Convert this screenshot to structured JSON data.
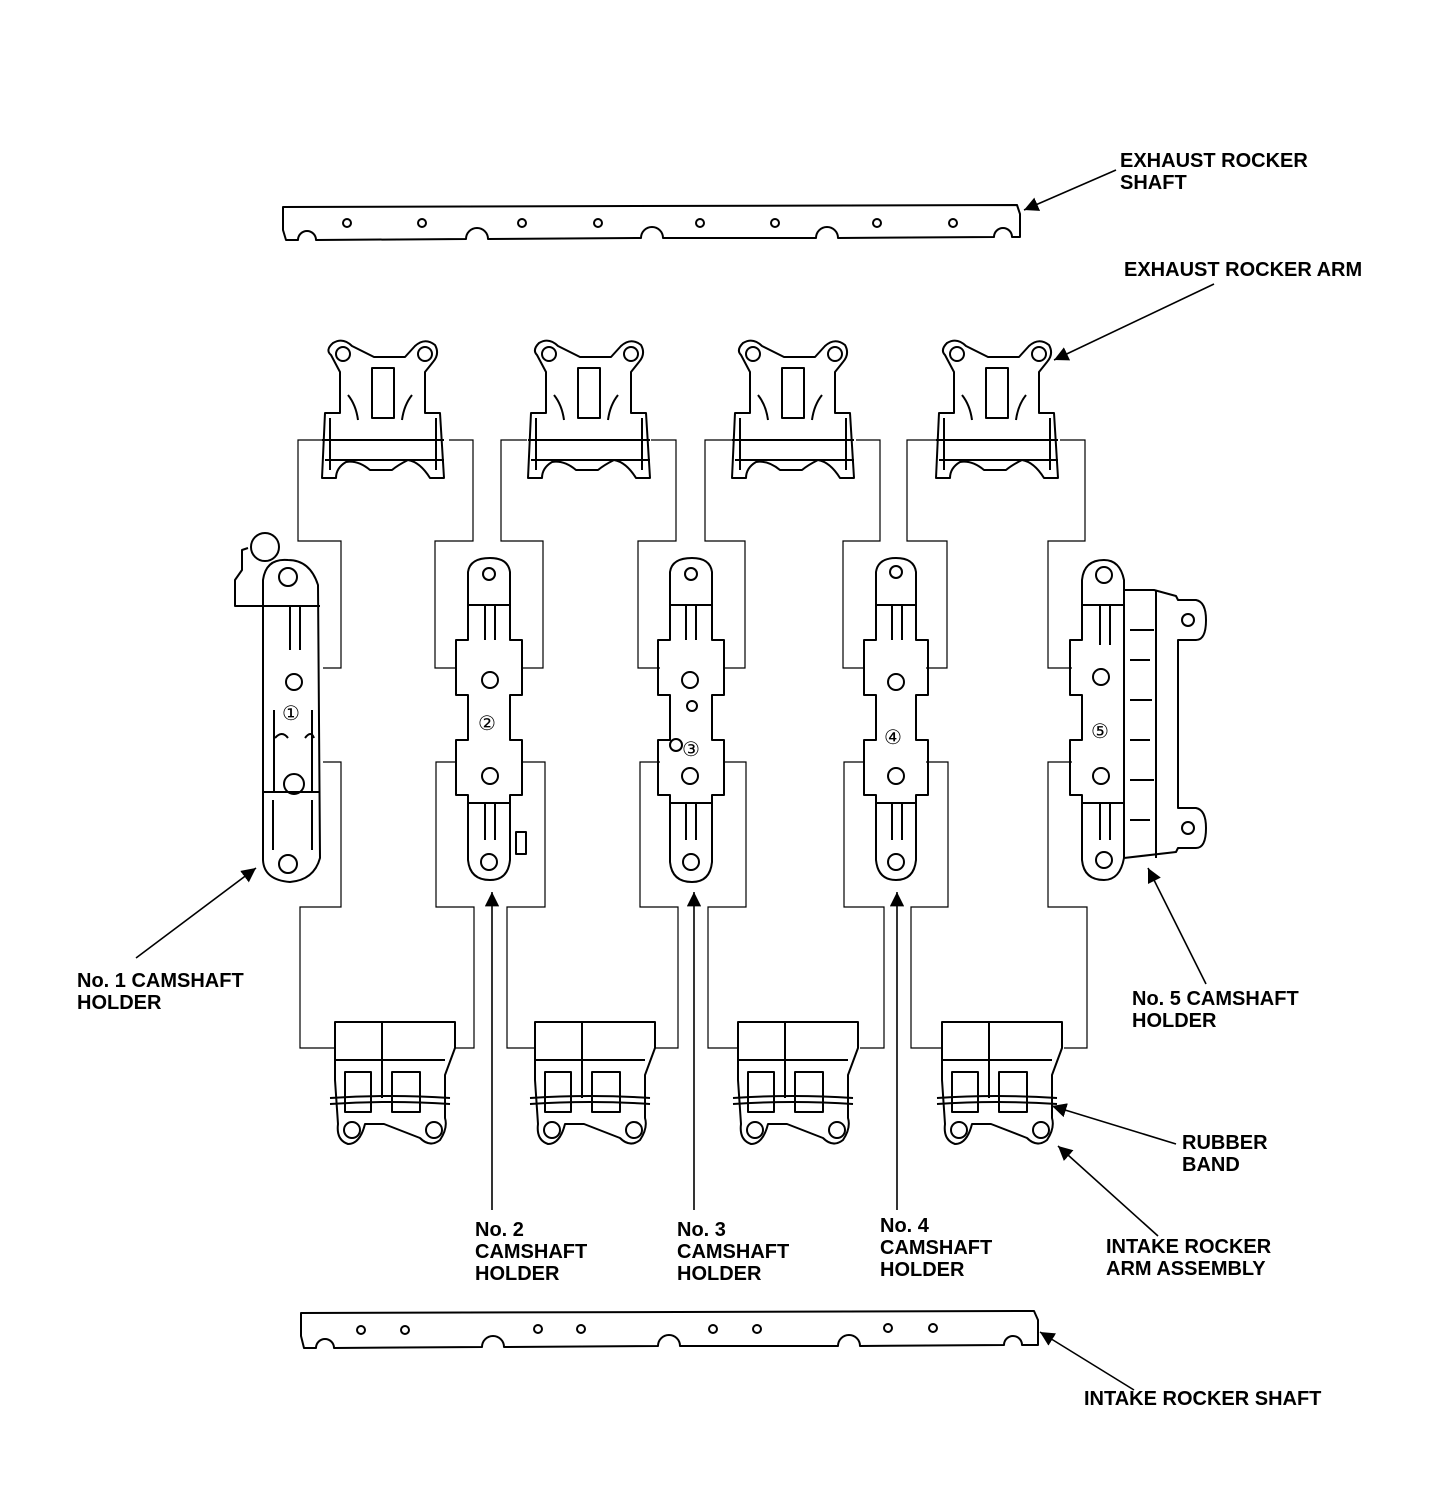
{
  "labels": {
    "exhaust_rocker_shaft": [
      "EXHAUST ROCKER",
      "SHAFT"
    ],
    "exhaust_rocker_arm": [
      "EXHAUST ROCKER ARM"
    ],
    "no1_holder": [
      "No. 1 CAMSHAFT",
      "HOLDER"
    ],
    "no2_holder": [
      "No. 2",
      "CAMSHAFT",
      "HOLDER"
    ],
    "no3_holder": [
      "No. 3",
      "CAMSHAFT",
      "HOLDER"
    ],
    "no4_holder": [
      "No. 4",
      "CAMSHAFT",
      "HOLDER"
    ],
    "no5_holder": [
      "No. 5 CAMSHAFT",
      "HOLDER"
    ],
    "rubber_band": [
      "RUBBER",
      "BAND"
    ],
    "intake_rocker_arm_assembly": [
      "INTAKE ROCKER",
      "ARM ASSEMBLY"
    ],
    "intake_rocker_shaft": [
      "INTAKE ROCKER SHAFT"
    ]
  },
  "holder_numbers": [
    "①",
    "②",
    "③",
    "④",
    "⑤"
  ],
  "colors": {
    "line": "#000000",
    "background": "#ffffff"
  }
}
